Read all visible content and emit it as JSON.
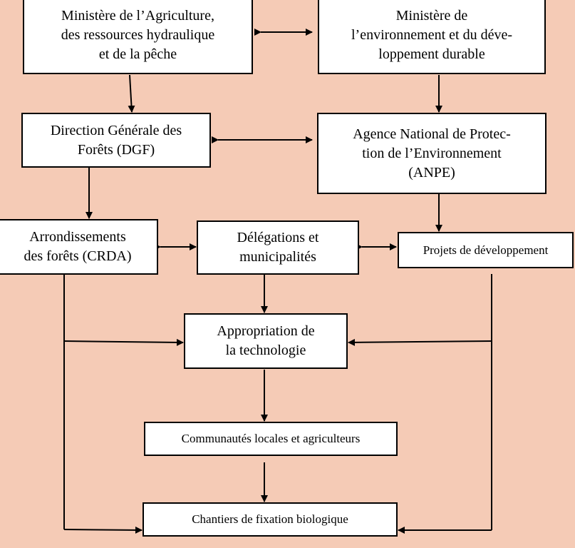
{
  "diagram": {
    "nodes": {
      "ministere_agriculture": {
        "lines": [
          "Ministère de l’Agriculture,",
          "des ressources hydraulique",
          "et de la pêche"
        ]
      },
      "ministere_environnement": {
        "lines": [
          "Ministère de",
          "l’environnement et du déve-",
          "loppement durable"
        ]
      },
      "dgf": {
        "lines": [
          "Direction Générale des",
          "Forêts (DGF)"
        ]
      },
      "anpe": {
        "lines": [
          "Agence National de Protec-",
          "tion de l’Environnement",
          "(ANPE)"
        ]
      },
      "arrondissements": {
        "lines": [
          "Arrondissements",
          "des forêts (CRDA)"
        ]
      },
      "delegations": {
        "lines": [
          "Délégations et",
          "municipalités"
        ]
      },
      "projets": {
        "lines": [
          "Projets de développement"
        ]
      },
      "appropriation": {
        "lines": [
          "Appropriation de",
          "la technologie"
        ]
      },
      "communautes": {
        "lines": [
          "Communautés locales et agriculteurs"
        ]
      },
      "chantiers": {
        "lines": [
          "Chantiers de fixation biologique"
        ]
      }
    }
  }
}
